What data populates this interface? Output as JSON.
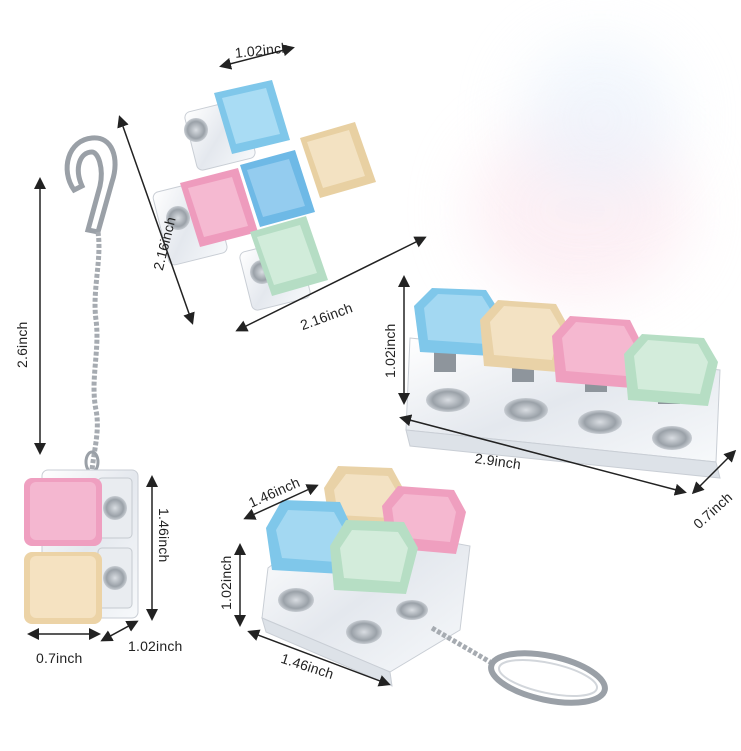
{
  "product": {
    "colors": {
      "blue": "#8fcfee",
      "pink": "#f3a9c6",
      "cream": "#f0dcb4",
      "mint": "#c5e6cf",
      "clear": "#eef1f4",
      "metal": "#a8adb3"
    }
  },
  "dimensions": {
    "cross_top_width": "1.02inch",
    "cross_height": "2.16inch",
    "cross_width": "2.16inch",
    "keychain_length": "2.6inch",
    "keychain_height": "1.46inch",
    "keychain_depth": "0.7inch",
    "keychain_width": "1.02inch",
    "row_height": "1.02inch",
    "row_length": "2.9inch",
    "row_depth": "0.7inch",
    "square_top": "1.46inch",
    "square_height": "1.02inch",
    "square_bottom": "1.46inch"
  }
}
